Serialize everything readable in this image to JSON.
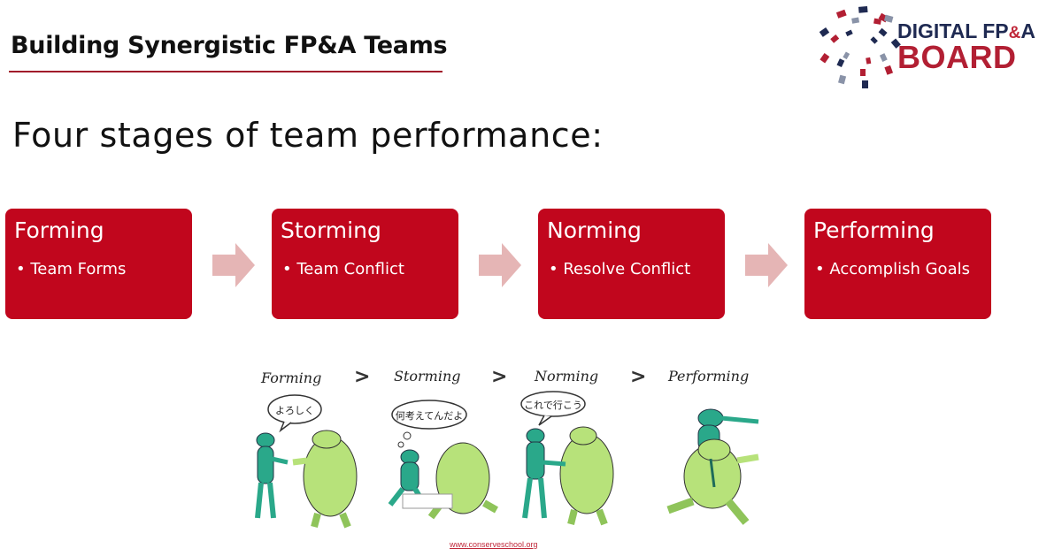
{
  "header": {
    "title": "Building Synergistic FP&A Teams"
  },
  "logo": {
    "line1_a": "DIGITAL FP",
    "line1_amp": "&",
    "line1_b": "A",
    "line2": "BOARD"
  },
  "subtitle": "Four stages of team performance:",
  "stages": [
    {
      "title": "Forming",
      "bullet": "• Team Forms"
    },
    {
      "title": "Storming",
      "bullet": "• Team Conflict"
    },
    {
      "title": "Norming",
      "bullet": "• Resolve Conflict"
    },
    {
      "title": "Performing",
      "bullet": "• Accomplish Goals"
    }
  ],
  "cartoon": {
    "labels": [
      "Forming",
      "Storming",
      "Norming",
      "Performing"
    ],
    "separators": [
      ">",
      ">",
      ">"
    ],
    "bubbles": [
      "よろしく",
      "何考えてんだよ",
      "これで行こう"
    ]
  },
  "credit": "www.conserveschool.org",
  "colors": {
    "stage_fill": "#c1061d",
    "arrow_fill": "#e5b5b5",
    "rule": "#a11b2a",
    "logo_navy": "#1f2a52",
    "logo_red": "#b21f33"
  }
}
